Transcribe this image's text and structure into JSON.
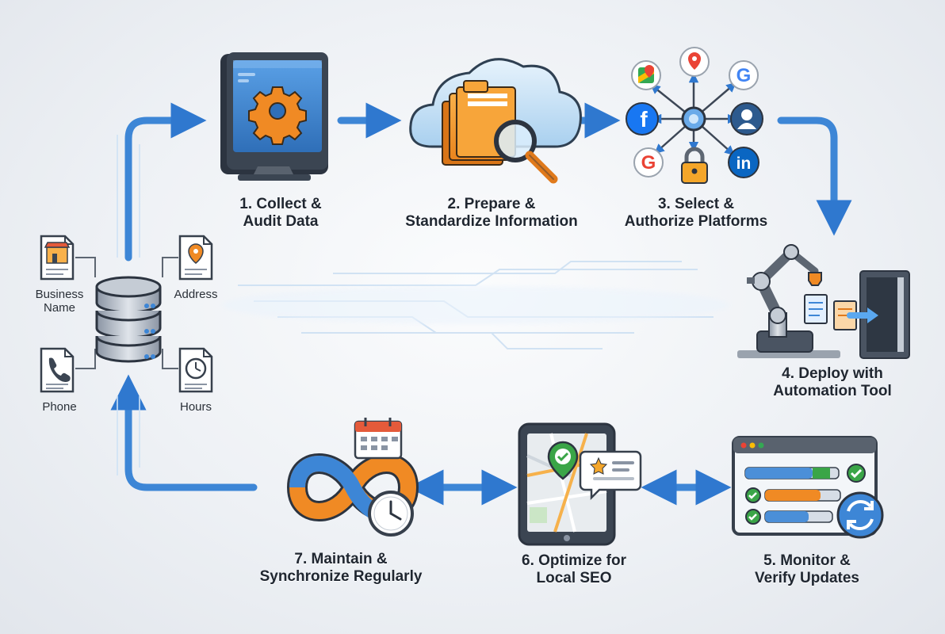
{
  "steps": [
    {
      "id": 1,
      "line1": "1. Collect &",
      "line2": "Audit Data"
    },
    {
      "id": 2,
      "line1": "2. Prepare &",
      "line2": "Standardize Information"
    },
    {
      "id": 3,
      "line1": "3. Select &",
      "line2": "Authorize Platforms"
    },
    {
      "id": 4,
      "line1": "4. Deploy with",
      "line2": "Automation Tool"
    },
    {
      "id": 5,
      "line1": "5. Monitor &",
      "line2": "Verify Updates"
    },
    {
      "id": 6,
      "line1": "6. Optimize for",
      "line2": "Local SEO"
    },
    {
      "id": 7,
      "line1": "7. Maintain &",
      "line2": "Synchronize Regularly"
    }
  ],
  "data_fields": {
    "business_name_line1": "Business",
    "business_name_line2": "Name",
    "address": "Address",
    "phone": "Phone",
    "hours": "Hours"
  },
  "icons": {
    "step1": "monitor-gear-icon",
    "step2": "cloud-folder-search-icon",
    "step3": "platform-network-icon",
    "step4": "robot-arm-server-icon",
    "step5": "browser-checklist-sync-icon",
    "step6": "tablet-map-review-icon",
    "step7": "infinity-calendar-clock-icon",
    "center": "database-icon"
  },
  "platform_badges": [
    "G",
    "f",
    "in",
    "G"
  ],
  "colors": {
    "arrow_blue": "#3d86d6",
    "accent_orange": "#f08a24",
    "check_green": "#3aa547",
    "dark_outline": "#37404c",
    "google_red": "#ea4335",
    "facebook_blue": "#1877f2",
    "linkedin_blue": "#0a66c2"
  }
}
